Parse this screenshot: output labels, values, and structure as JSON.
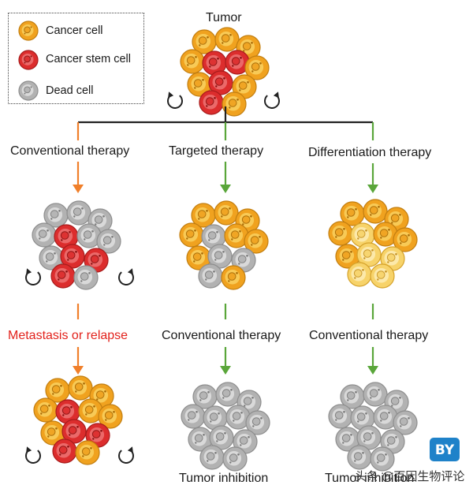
{
  "legend": {
    "cancer_cell": "Cancer cell",
    "cancer_stem_cell": "Cancer stem cell",
    "dead_cell": "Dead cell"
  },
  "tumor_label": "Tumor",
  "branches": {
    "conventional": "Conventional therapy",
    "targeted": "Targeted therapy",
    "differentiation": "Differentiation therapy"
  },
  "second_stage": {
    "left": "Metastasis or relapse",
    "middle": "Conventional therapy",
    "right": "Conventional therapy"
  },
  "outcomes": {
    "middle": "Tumor inhibition",
    "right": "Tumor inhibition"
  },
  "watermark": {
    "text": "头条 @百因生物评论",
    "badge": "BY"
  },
  "colors": {
    "cancer_cell": "#f0a21f",
    "cancer_stem_cell": "#dc2d2d",
    "dead_cell": "#b2b2b2",
    "arrow_orange": "#f07f2a",
    "arrow_green": "#5aa63a",
    "relapse_text": "#e2221c",
    "badge": "#1f82c9"
  }
}
